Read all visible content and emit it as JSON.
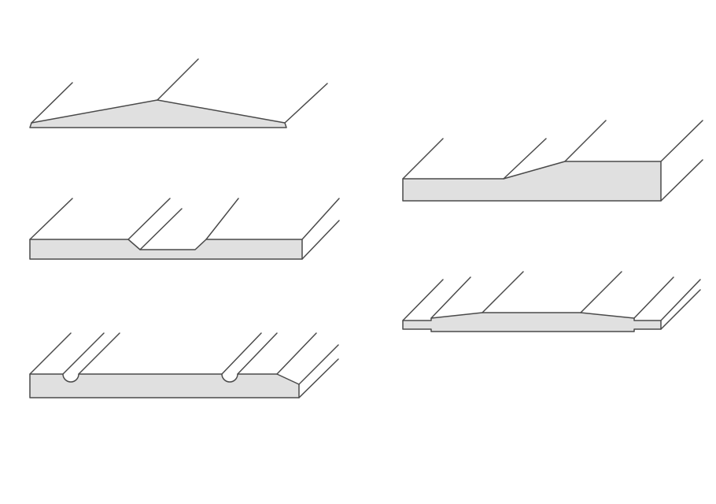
{
  "colors": {
    "background": "#ffffff",
    "profile_fill": "#e0e0e0",
    "line": "#4a4a4a"
  },
  "profiles": [
    {
      "id": "double-bevel",
      "description_shape": "v-ridge"
    },
    {
      "id": "center-groove",
      "description_shape": "flat-bottom-groove"
    },
    {
      "id": "round-grooves",
      "description_shape": "two-round-grooves"
    },
    {
      "id": "step-ramp",
      "description_shape": "ramp-step"
    },
    {
      "id": "shiplap-edges",
      "description_shape": "rebated-panel"
    }
  ]
}
